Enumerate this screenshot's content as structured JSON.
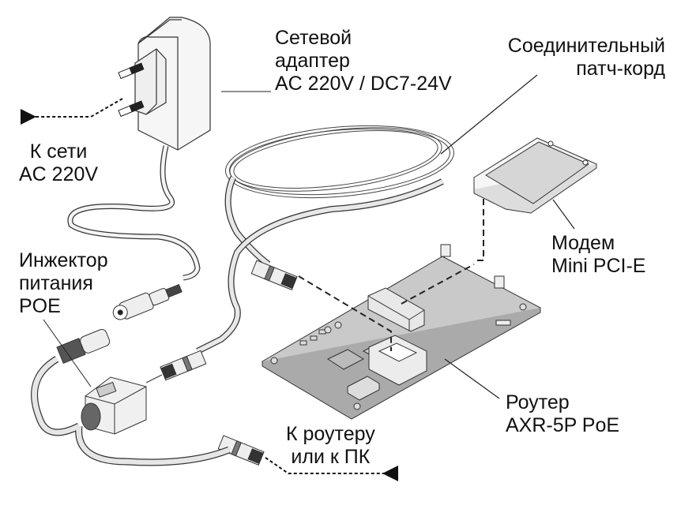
{
  "diagram": {
    "type": "hardware-connection-illustration",
    "colors": {
      "background": "#ffffff",
      "line": "#222222",
      "body_fill": "#f2f2f2",
      "board_fill": "#c8c8c8",
      "cable_fill": "#e4e4e4"
    },
    "labels": {
      "adapter": {
        "line1": "Сетевой",
        "line2": "адаптер",
        "line3": "AC 220V / DC7-24V"
      },
      "patchcord": {
        "line1": "Соединительный",
        "line2": "патч-корд"
      },
      "mains": {
        "line1": "К сети",
        "line2": "AC 220V"
      },
      "modem": {
        "line1": "Модем",
        "line2": "Mini PCI-E"
      },
      "injector": {
        "line1": "Инжектор",
        "line2": "питания",
        "line3": "POE"
      },
      "router": {
        "line1": "Роутер",
        "line2": "AXR-5P PoE"
      },
      "to_router": {
        "line1": "К роутеру",
        "line2": "или к ПК"
      }
    },
    "components": [
      {
        "id": "power-adapter",
        "icon": "wall-plug-adapter"
      },
      {
        "id": "patch-cord",
        "icon": "coiled-cable"
      },
      {
        "id": "modem-card",
        "icon": "mini-pci-e-card"
      },
      {
        "id": "router-board",
        "icon": "pcb-board"
      },
      {
        "id": "poe-injector",
        "icon": "rj45-injector-box"
      },
      {
        "id": "dc-plug",
        "icon": "barrel-jack"
      },
      {
        "id": "rj45-connectors",
        "icon": "rj45-plug"
      }
    ]
  }
}
